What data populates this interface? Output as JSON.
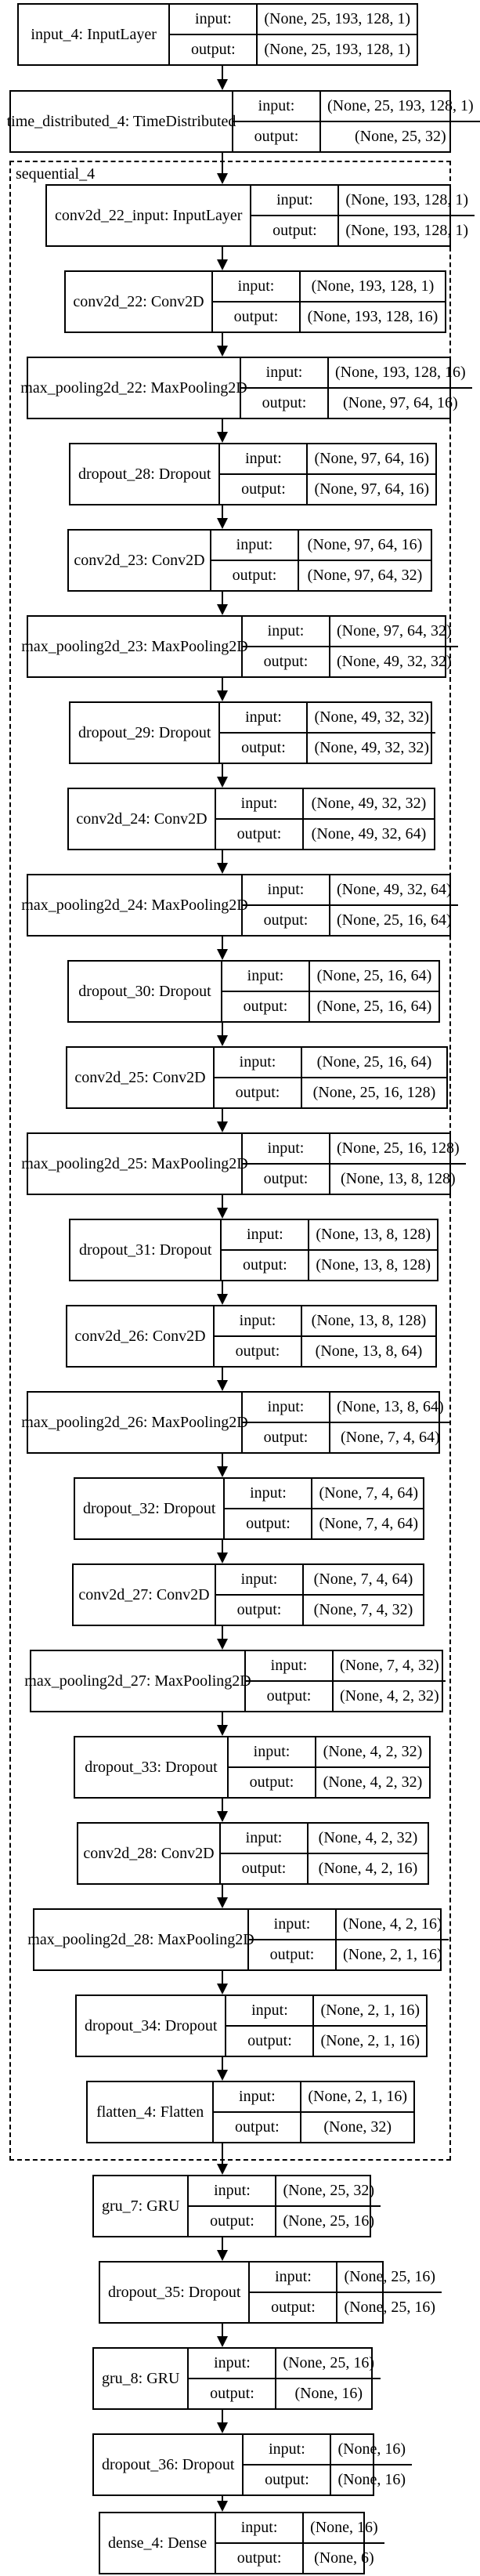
{
  "cluster": {
    "label": "sequential_4"
  },
  "nodes": [
    {
      "name": "input_4: InputLayer",
      "input": "(None, 25, 193, 128, 1)",
      "output": "(None, 25, 193, 128, 1)"
    },
    {
      "name": "time_distributed_4: TimeDistributed",
      "input": "(None, 25, 193, 128, 1)",
      "output": "(None, 25, 32)"
    },
    {
      "name": "conv2d_22_input: InputLayer",
      "input": "(None, 193, 128, 1)",
      "output": "(None, 193, 128, 1)"
    },
    {
      "name": "conv2d_22: Conv2D",
      "input": "(None, 193, 128, 1)",
      "output": "(None, 193, 128, 16)"
    },
    {
      "name": "max_pooling2d_22: MaxPooling2D",
      "input": "(None, 193, 128, 16)",
      "output": "(None, 97, 64, 16)"
    },
    {
      "name": "dropout_28: Dropout",
      "input": "(None, 97, 64, 16)",
      "output": "(None, 97, 64, 16)"
    },
    {
      "name": "conv2d_23: Conv2D",
      "input": "(None, 97, 64, 16)",
      "output": "(None, 97, 64, 32)"
    },
    {
      "name": "max_pooling2d_23: MaxPooling2D",
      "input": "(None, 97, 64, 32)",
      "output": "(None, 49, 32, 32)"
    },
    {
      "name": "dropout_29: Dropout",
      "input": "(None, 49, 32, 32)",
      "output": "(None, 49, 32, 32)"
    },
    {
      "name": "conv2d_24: Conv2D",
      "input": "(None, 49, 32, 32)",
      "output": "(None, 49, 32, 64)"
    },
    {
      "name": "max_pooling2d_24: MaxPooling2D",
      "input": "(None, 49, 32, 64)",
      "output": "(None, 25, 16, 64)"
    },
    {
      "name": "dropout_30: Dropout",
      "input": "(None, 25, 16, 64)",
      "output": "(None, 25, 16, 64)"
    },
    {
      "name": "conv2d_25: Conv2D",
      "input": "(None, 25, 16, 64)",
      "output": "(None, 25, 16, 128)"
    },
    {
      "name": "max_pooling2d_25: MaxPooling2D",
      "input": "(None, 25, 16, 128)",
      "output": "(None, 13, 8, 128)"
    },
    {
      "name": "dropout_31: Dropout",
      "input": "(None, 13, 8, 128)",
      "output": "(None, 13, 8, 128)"
    },
    {
      "name": "conv2d_26: Conv2D",
      "input": "(None, 13, 8, 128)",
      "output": "(None, 13, 8, 64)"
    },
    {
      "name": "max_pooling2d_26: MaxPooling2D",
      "input": "(None, 13, 8, 64)",
      "output": "(None, 7, 4, 64)"
    },
    {
      "name": "dropout_32: Dropout",
      "input": "(None, 7, 4, 64)",
      "output": "(None, 7, 4, 64)"
    },
    {
      "name": "conv2d_27: Conv2D",
      "input": "(None, 7, 4, 64)",
      "output": "(None, 7, 4, 32)"
    },
    {
      "name": "max_pooling2d_27: MaxPooling2D",
      "input": "(None, 7, 4, 32)",
      "output": "(None, 4, 2, 32)"
    },
    {
      "name": "dropout_33: Dropout",
      "input": "(None, 4, 2, 32)",
      "output": "(None, 4, 2, 32)"
    },
    {
      "name": "conv2d_28: Conv2D",
      "input": "(None, 4, 2, 32)",
      "output": "(None, 4, 2, 16)"
    },
    {
      "name": "max_pooling2d_28: MaxPooling2D",
      "input": "(None, 4, 2, 16)",
      "output": "(None, 2, 1, 16)"
    },
    {
      "name": "dropout_34: Dropout",
      "input": "(None, 2, 1, 16)",
      "output": "(None, 2, 1, 16)"
    },
    {
      "name": "flatten_4: Flatten",
      "input": "(None, 2, 1, 16)",
      "output": "(None, 32)"
    },
    {
      "name": "gru_7: GRU",
      "input": "(None, 25, 32)",
      "output": "(None, 25, 16)"
    },
    {
      "name": "dropout_35: Dropout",
      "input": "(None, 25, 16)",
      "output": "(None, 25, 16)"
    },
    {
      "name": "gru_8: GRU",
      "input": "(None, 25, 16)",
      "output": "(None, 16)"
    },
    {
      "name": "dropout_36: Dropout",
      "input": "(None, 16)",
      "output": "(None, 16)"
    },
    {
      "name": "dense_4: Dense",
      "input": "(None, 16)",
      "output": "(None, 6)"
    }
  ],
  "labels": {
    "input": "input:",
    "output": "output:"
  }
}
